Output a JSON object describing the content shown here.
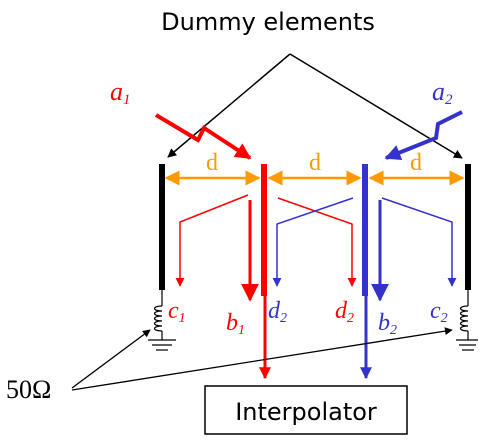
{
  "title": "Dummy elements",
  "spacing_label": "d",
  "incident_waves": {
    "left": "a",
    "left_sub": "1",
    "right": "a",
    "right_sub": "2"
  },
  "output_labels": {
    "c1": "c",
    "c1_sub": "1",
    "b1": "b",
    "b1_sub": "1",
    "d2_left": "d",
    "d2_left_sub": "2",
    "d2_right": "d",
    "d2_right_sub": "2",
    "b2": "b",
    "b2_sub": "2",
    "c2": "c",
    "c2_sub": "2"
  },
  "termination_label": "50Ω",
  "interpolator_label": "Interpolator",
  "colors": {
    "port1": "#ff0000",
    "port2": "#3333cc",
    "spacing": "#ff9900",
    "dummy": "#000000"
  }
}
